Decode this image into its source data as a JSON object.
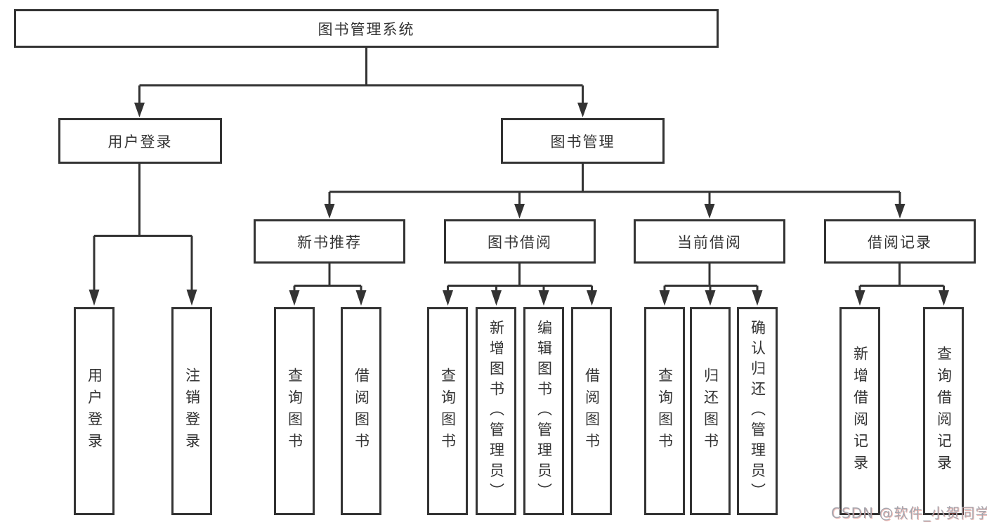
{
  "tree": {
    "label": "图书管理系统",
    "children": [
      {
        "label": "用户登录",
        "children": [
          {
            "label": "用户登录"
          },
          {
            "label": "注销登录"
          }
        ]
      },
      {
        "label": "图书管理",
        "children": [
          {
            "label": "新书推荐",
            "children": [
              {
                "label": "查询图书"
              },
              {
                "label": "借阅图书"
              }
            ]
          },
          {
            "label": "图书借阅",
            "children": [
              {
                "label": "查询图书"
              },
              {
                "label": "新增图书（管理员）"
              },
              {
                "label": "编辑图书（管理员）"
              },
              {
                "label": "借阅图书"
              }
            ]
          },
          {
            "label": "当前借阅",
            "children": [
              {
                "label": "查询图书"
              },
              {
                "label": "归还图书"
              },
              {
                "label": "确认归还（管理员）"
              }
            ]
          },
          {
            "label": "借阅记录",
            "children": [
              {
                "label": "新增借阅记录"
              },
              {
                "label": "查询借阅记录"
              }
            ]
          }
        ]
      }
    ]
  },
  "watermark": {
    "text": "CSDN @软件_小贺同学"
  },
  "colors": {
    "line": "#333333",
    "text": "#333333",
    "background": "#ffffff",
    "watermark_gray": "#a6a6ae",
    "watermark_red_tint": "#d64838"
  }
}
